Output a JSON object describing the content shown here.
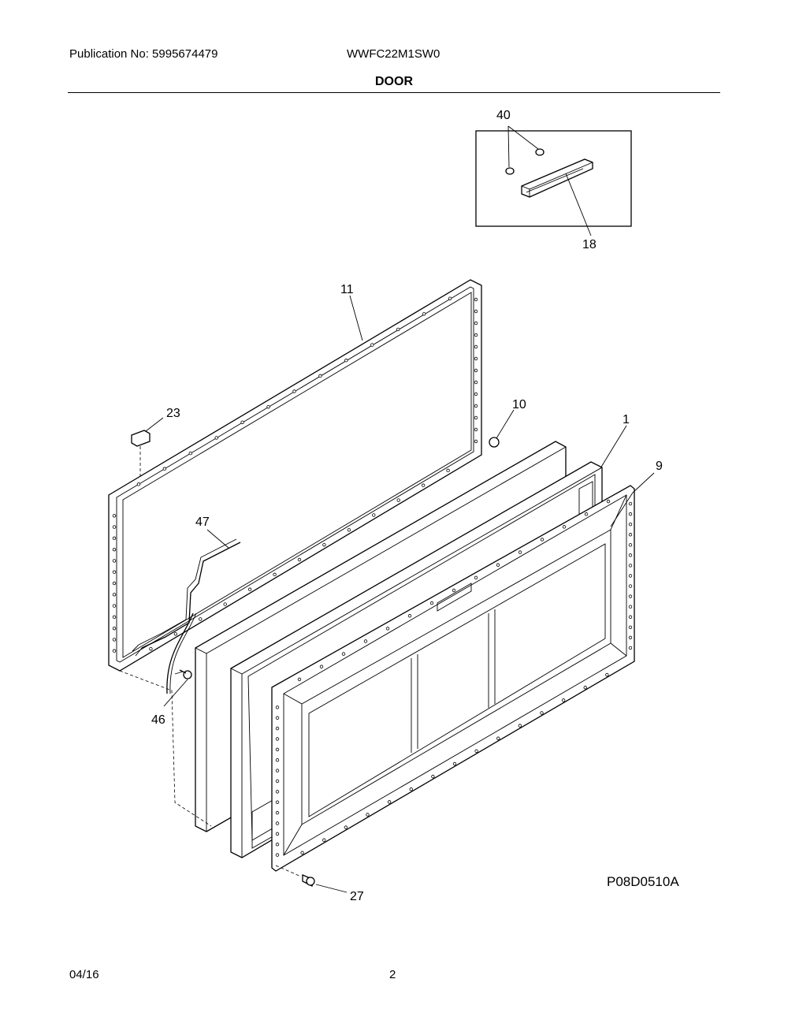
{
  "header": {
    "publication": "Publication No: 5995674479",
    "model": "WWFC22M1SW0",
    "section_title": "DOOR"
  },
  "diagram": {
    "code": "P08D0510A",
    "callouts": [
      "40",
      "18",
      "11",
      "23",
      "10",
      "1",
      "9",
      "47",
      "46",
      "27"
    ]
  },
  "footer": {
    "date": "04/16",
    "page": "2"
  }
}
